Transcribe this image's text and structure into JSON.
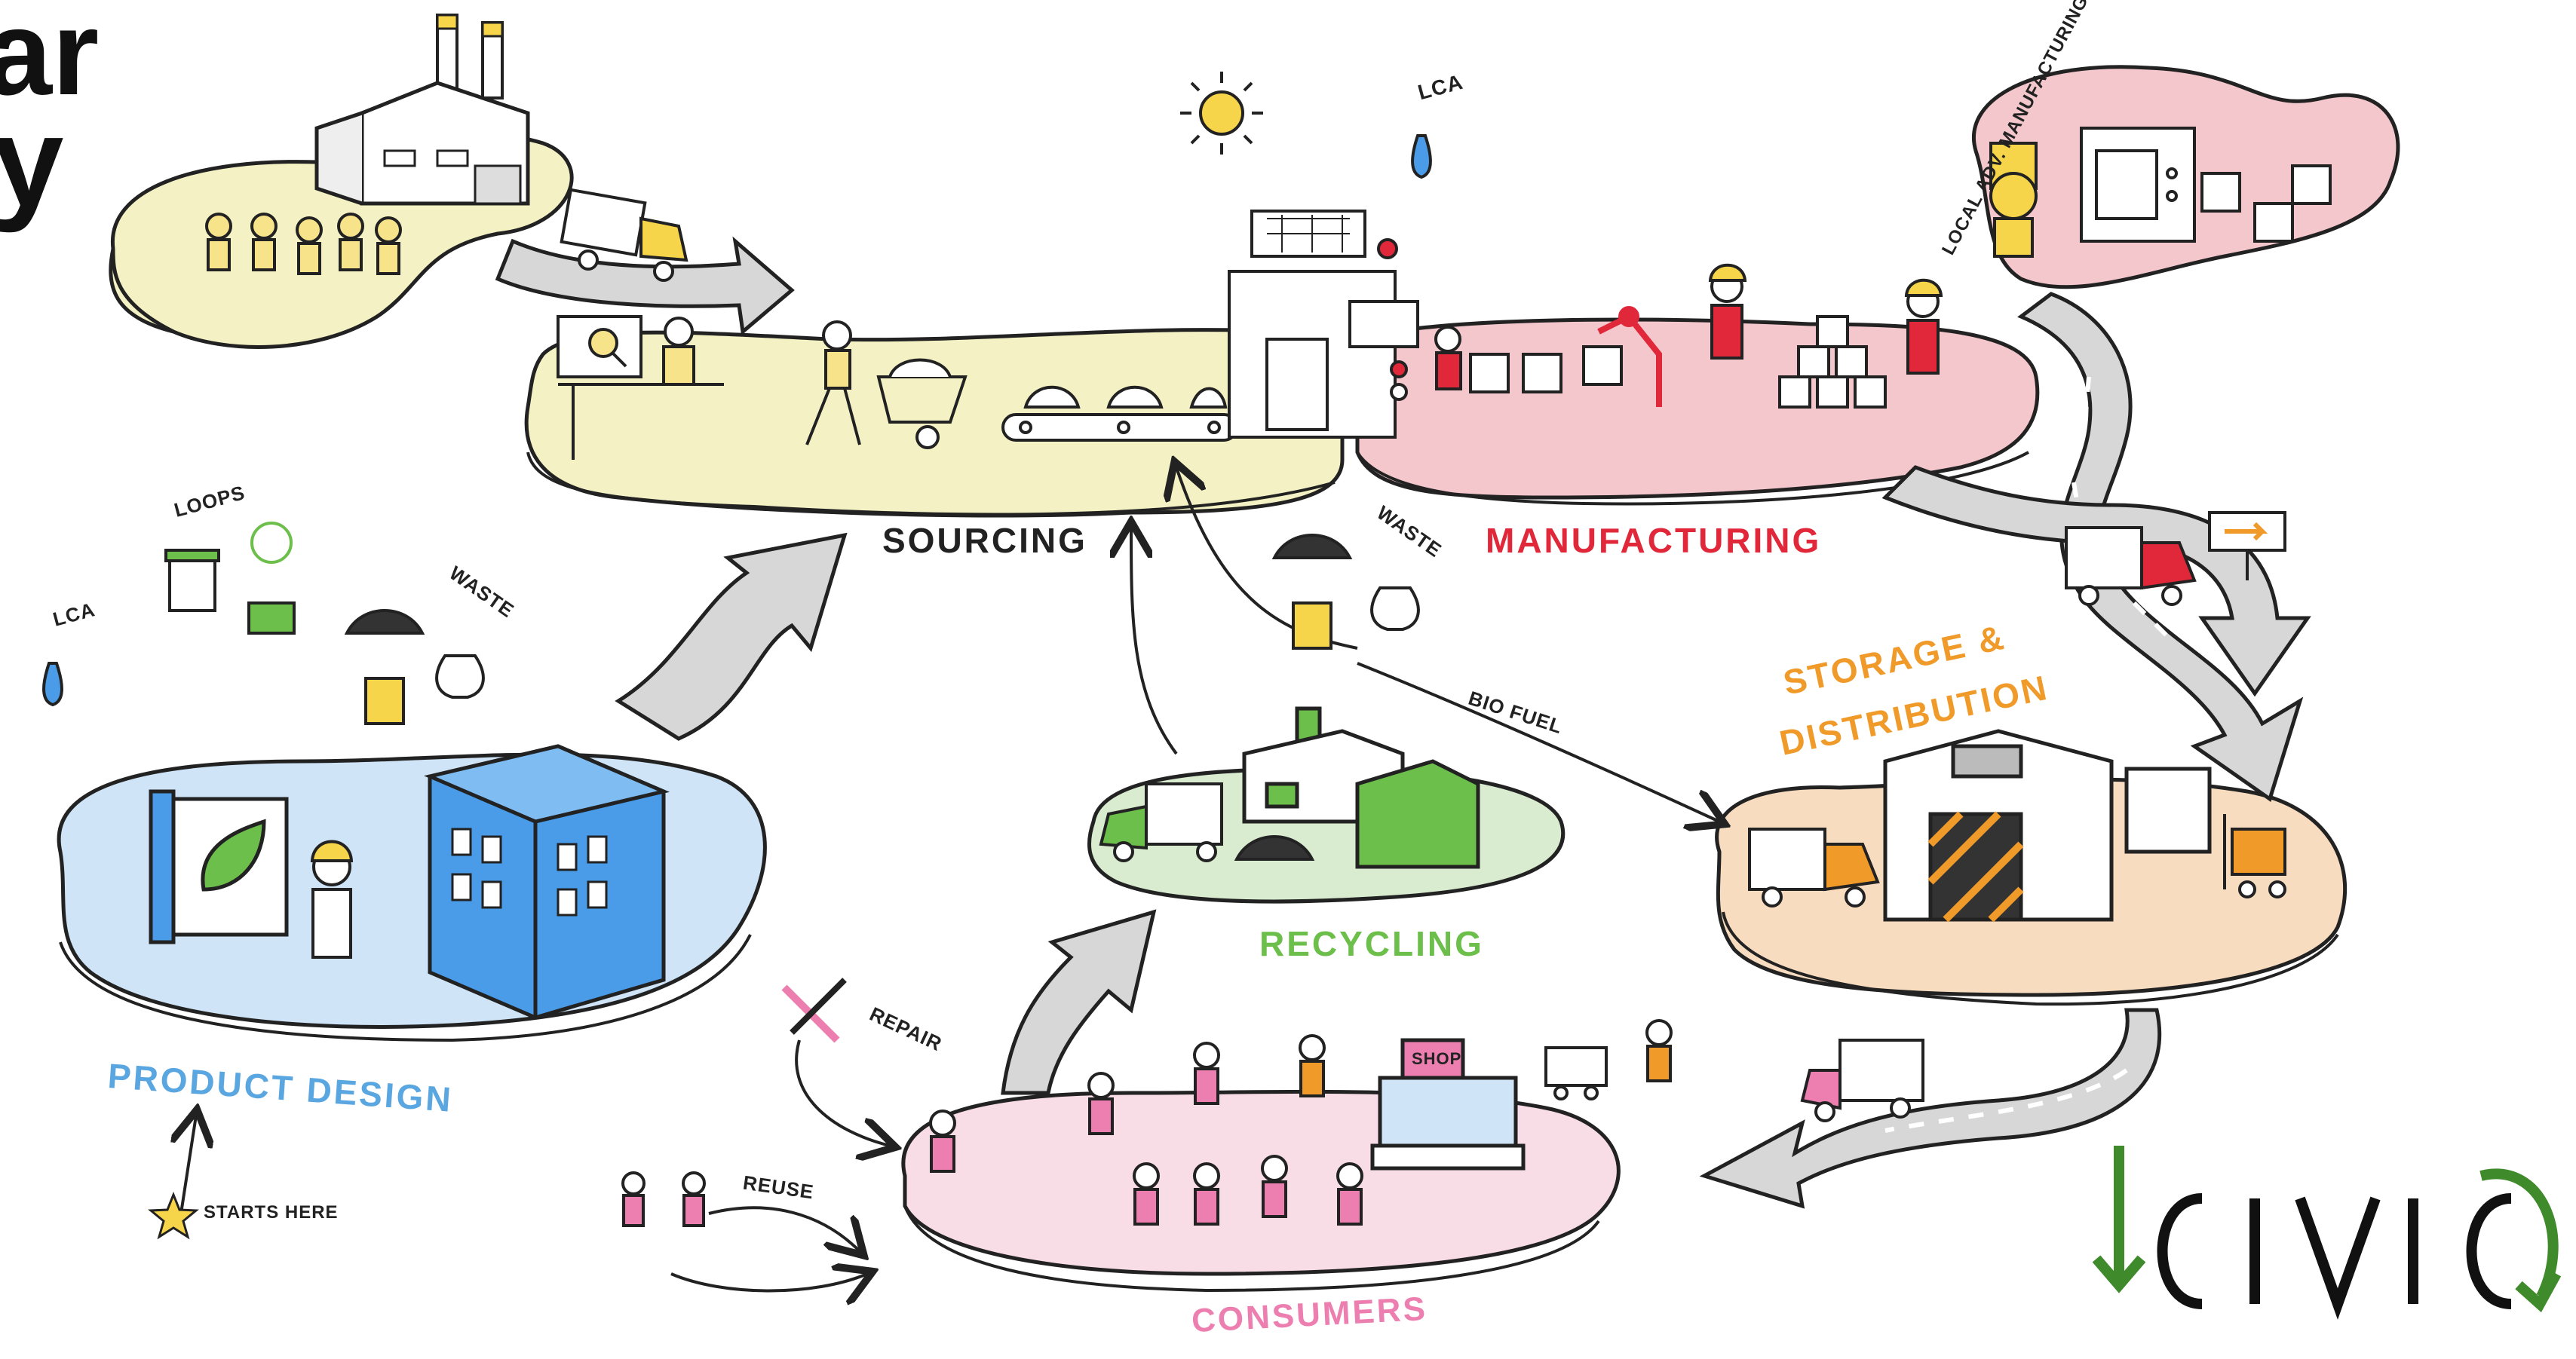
{
  "title_fragments": [
    "ar",
    "y"
  ],
  "stages": {
    "sourcing": "SOURCING",
    "manufacturing": "MANUFACTURING",
    "storage_line1": "STORAGE &",
    "storage_line2": "DISTRIBUTION",
    "recycling": "RECYCLING",
    "consumers": "CONSUMERS",
    "product_design": "PRODUCT DESIGN"
  },
  "annotations": {
    "lca_top": "LCA",
    "lca_left": "LCA",
    "loops": "LOOPS",
    "waste_left": "WASTE",
    "waste_center": "WASTE",
    "bio_fuel": "BIO FUEL",
    "repair": "REPAIR",
    "reuse": "REUSE",
    "starts_here": "STARTS HERE",
    "local_adv": "LOCAL ADV. MANUFACTURING",
    "shop": "SHOP"
  },
  "logo": {
    "text": "CIVIC"
  },
  "colors": {
    "sourcing": "#f4f2c4",
    "manufacturing": "#f4c7cc",
    "storage": "#f8dcc0",
    "recycling": "#d9ecd0",
    "consumers": "#f8dde6",
    "product_design": "#cfe4f6",
    "label_dark": "#222222",
    "label_red": "#e0283a",
    "label_orange": "#f09a2a",
    "label_green": "#6dbf4b",
    "label_pink": "#ec7fb0",
    "label_blue": "#5aa6e0",
    "logo_green": "#3f8a2a"
  }
}
